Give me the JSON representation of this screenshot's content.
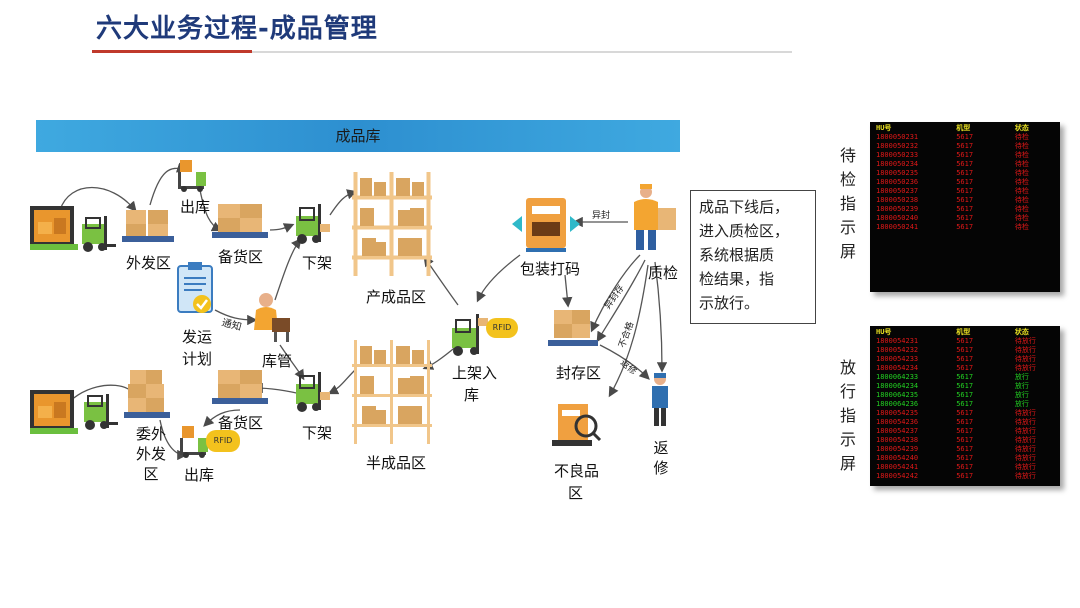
{
  "header": {
    "title": "六大业务过程-成品管理"
  },
  "banner": {
    "text": "成品库"
  },
  "labels": {
    "waifaqu": "外发区",
    "chuku_top": "出库",
    "beihuoqu_top": "备货区",
    "xiajia_top": "下架",
    "chanchengpinqu": "产成品区",
    "fayun": "发运",
    "jihua": "计划",
    "tongzhi": "通知",
    "kuguan": "库管",
    "weiwai": "委外",
    "waifa": "外发",
    "qu": "区",
    "chuku_bottom": "出库",
    "beihuoqu_bottom": "备货区",
    "xiajia_bottom": "下架",
    "banchengpinqu": "半成品区",
    "shangjiaru": "上架入",
    "ku": "库",
    "baozhuang": "包装打码",
    "fengcunqu": "封存区",
    "buliangpin": "不良品",
    "buliangpin_qu": "区",
    "zhijian": "质检",
    "fanxiu_1": "返",
    "fanxiu_2": "修",
    "rfid": "RFID",
    "arrow_yifeng": "异封",
    "arrow_yifengcun": "异封存",
    "arrow_buhege": "不合格",
    "arrow_fanxiu": "返修"
  },
  "description": {
    "lines": [
      "成品下线后，",
      "进入质检区，",
      "系统根据质",
      "检结果，指",
      "示放行。"
    ]
  },
  "side_labels": {
    "top": [
      "待",
      "检",
      "指",
      "示",
      "屏"
    ],
    "bottom": [
      "放",
      "行",
      "指",
      "示",
      "屏"
    ]
  },
  "screen_top": {
    "headers": [
      "HU号",
      "机型",
      "状态"
    ],
    "rows": [
      [
        "1800050231",
        "5617",
        "待检"
      ],
      [
        "1800050232",
        "5617",
        "待检"
      ],
      [
        "1800050233",
        "5617",
        "待检"
      ],
      [
        "1800050234",
        "5617",
        "待检"
      ],
      [
        "1800050235",
        "5617",
        "待检"
      ],
      [
        "1800050236",
        "5617",
        "待检"
      ],
      [
        "1800050237",
        "5617",
        "待检"
      ],
      [
        "1800050238",
        "5617",
        "待检"
      ],
      [
        "1800050239",
        "5617",
        "待检"
      ],
      [
        "1800050240",
        "5617",
        "待检"
      ],
      [
        "1800050241",
        "5617",
        "待检"
      ]
    ]
  },
  "screen_bottom": {
    "headers": [
      "HU号",
      "机型",
      "状态"
    ],
    "rows": [
      {
        "cells": [
          "1800054231",
          "5617",
          "待放行"
        ],
        "color": "red"
      },
      {
        "cells": [
          "1800054232",
          "5617",
          "待放行"
        ],
        "color": "red"
      },
      {
        "cells": [
          "1800054233",
          "5617",
          "待放行"
        ],
        "color": "red"
      },
      {
        "cells": [
          "1800054234",
          "5617",
          "待放行"
        ],
        "color": "red"
      },
      {
        "cells": [
          "1800064233",
          "5617",
          "放行"
        ],
        "color": "green"
      },
      {
        "cells": [
          "1800064234",
          "5617",
          "放行"
        ],
        "color": "green"
      },
      {
        "cells": [
          "1800064235",
          "5617",
          "放行"
        ],
        "color": "green"
      },
      {
        "cells": [
          "1800064236",
          "5617",
          "放行"
        ],
        "color": "green"
      },
      {
        "cells": [
          "1800054235",
          "5617",
          "待放行"
        ],
        "color": "red"
      },
      {
        "cells": [
          "1800054236",
          "5617",
          "待放行"
        ],
        "color": "red"
      },
      {
        "cells": [
          "1800054237",
          "5617",
          "待放行"
        ],
        "color": "red"
      },
      {
        "cells": [
          "1800054238",
          "5617",
          "待放行"
        ],
        "color": "red"
      },
      {
        "cells": [
          "1800054239",
          "5617",
          "待放行"
        ],
        "color": "red"
      },
      {
        "cells": [
          "1800054240",
          "5617",
          "待放行"
        ],
        "color": "red"
      },
      {
        "cells": [
          "1800054241",
          "5617",
          "待放行"
        ],
        "color": "red"
      },
      {
        "cells": [
          "1800054242",
          "5617",
          "待放行"
        ],
        "color": "red"
      }
    ]
  },
  "colors": {
    "title": "#1f3a7a",
    "accent_red": "#c0392b",
    "banner": "#3fa9e0",
    "status_red": "#e01818",
    "status_green": "#22d022",
    "screen_header": "#e8e022"
  }
}
